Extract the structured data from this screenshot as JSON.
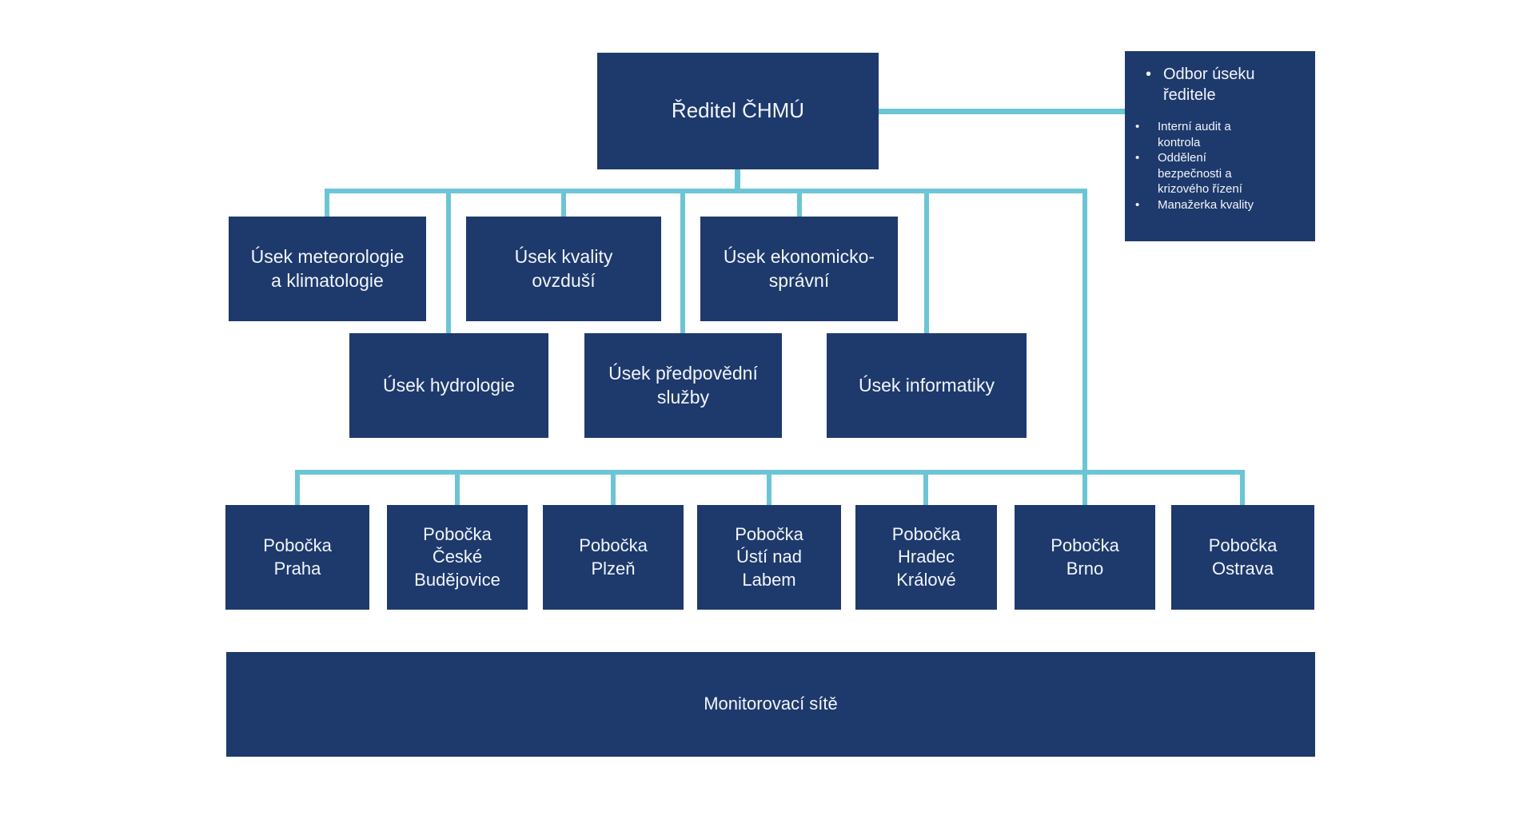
{
  "colors": {
    "box_fill": "#1e3a6c",
    "box_text": "#f2f5fa",
    "connector": "#6cc5d5",
    "page_bg": "#ffffff"
  },
  "director": {
    "label": "Ředitel ČHMÚ"
  },
  "director_office": {
    "bullet_glyph": "•",
    "title": "Odbor úseku\nředitele",
    "items": [
      "Interní audit a\nkontrola",
      "Oddělení\nbezpečnosti a\nkrizového řízení",
      "Manažerka kvality"
    ]
  },
  "divisions": [
    {
      "label": "Úsek meteorologie\na klimatologie"
    },
    {
      "label": "Úsek kvality\novzduší"
    },
    {
      "label": "Úsek ekonomicko-\nsprávní"
    },
    {
      "label": "Úsek hydrologie"
    },
    {
      "label": "Úsek předpovědní\nslužby"
    },
    {
      "label": "Úsek informatiky"
    }
  ],
  "branches": [
    {
      "label": "Pobočka\nPraha"
    },
    {
      "label": "Pobočka\nČeské\nBudějovice"
    },
    {
      "label": "Pobočka\nPlzeň"
    },
    {
      "label": "Pobočka\nÚstí nad\nLabem"
    },
    {
      "label": "Pobočka\nHradec\nKrálové"
    },
    {
      "label": "Pobočka\nBrno"
    },
    {
      "label": "Pobočka\nOstrava"
    }
  ],
  "monitoring": {
    "label": "Monitorovací sítě"
  }
}
